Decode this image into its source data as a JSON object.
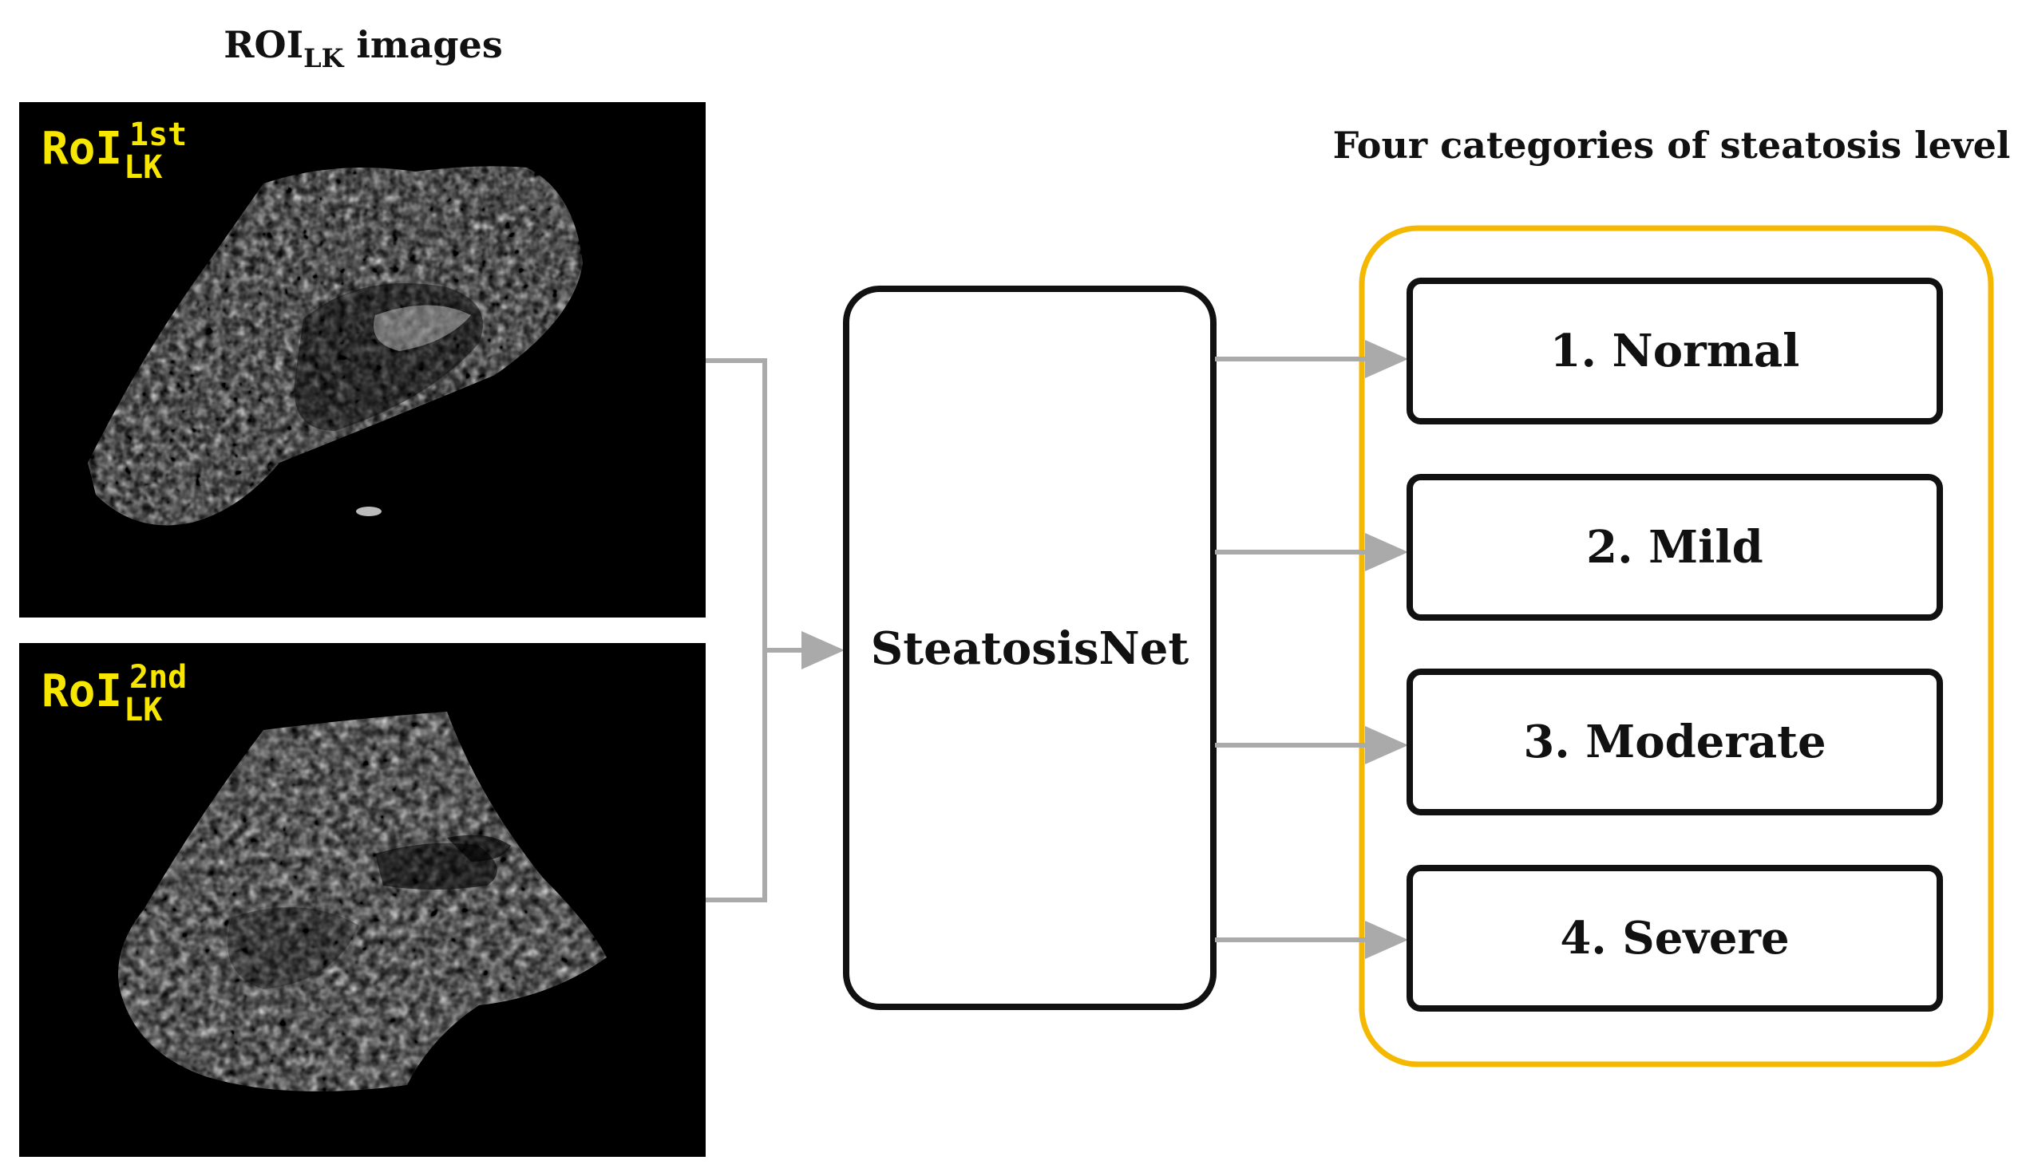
{
  "input_section": {
    "title_main": "ROI",
    "title_sub": "LK",
    "title_suffix": " images",
    "images": [
      {
        "label_main": "RoI",
        "label_sub": "LK",
        "label_sup": "1st"
      },
      {
        "label_main": "RoI",
        "label_sub": "LK",
        "label_sup": "2nd"
      }
    ]
  },
  "network": {
    "label": "SteatosisNet"
  },
  "output_section": {
    "title": "Four categories of steatosis level",
    "categories": [
      {
        "label": "1. Normal"
      },
      {
        "label": "2. Mild"
      },
      {
        "label": "3. Moderate"
      },
      {
        "label": "4. Severe"
      }
    ]
  },
  "colors": {
    "connector": "#aaaaaa",
    "group_border": "#f5b800",
    "box_border": "#111111",
    "label_yellow": "#f7e600",
    "image_bg": "#000000"
  }
}
